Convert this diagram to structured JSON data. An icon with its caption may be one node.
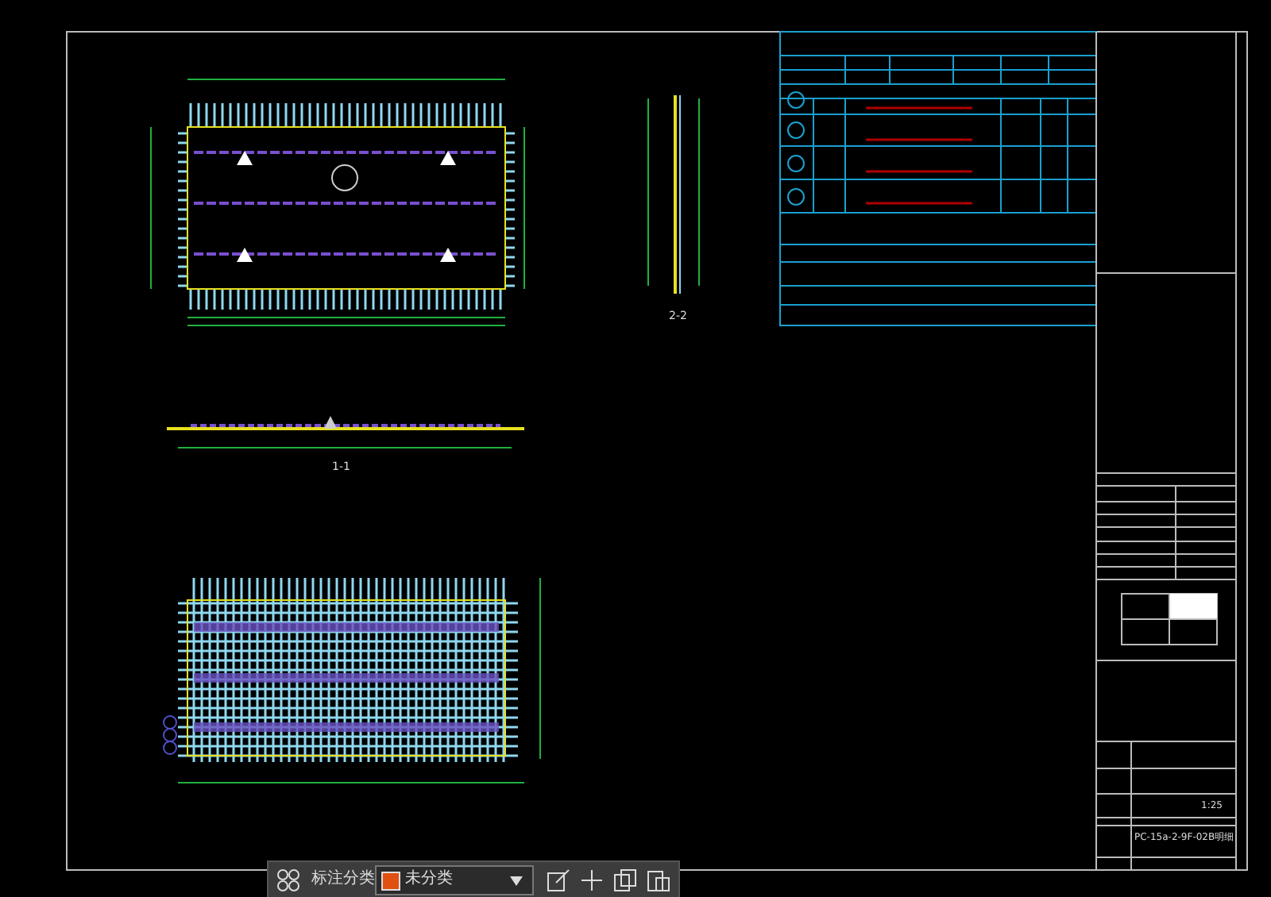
{
  "diagram": {
    "labels": [
      "1-1",
      "2-2",
      "1:25",
      "PC-15a-2-9F-02B明细",
      "标注分类",
      "未分类"
    ]
  }
}
